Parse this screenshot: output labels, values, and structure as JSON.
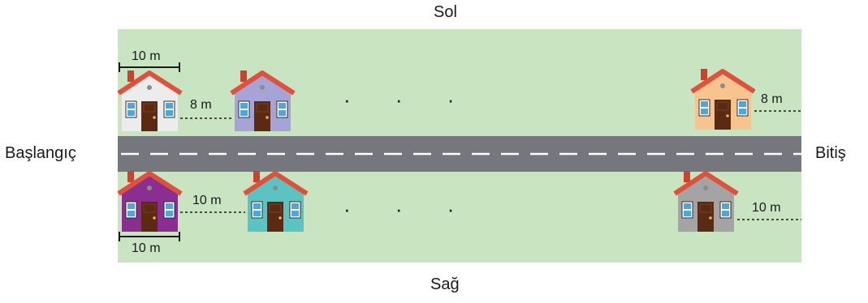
{
  "labels": {
    "top": "Sol",
    "bottom": "Sağ",
    "start": "Başlangıç",
    "end": "Bitiş"
  },
  "top_row": {
    "house_width_label": "10 m",
    "gap_label": "8 m",
    "end_gap_label": "8 m",
    "ellipsis": "· · ·",
    "houses": [
      {
        "name": "white-house",
        "wall": "#ECECEC"
      },
      {
        "name": "lavender-house",
        "wall": "#A6A3D6"
      },
      {
        "name": "peach-house",
        "wall": "#F8C48E"
      }
    ]
  },
  "bottom_row": {
    "house_width_label": "10 m",
    "gap_label": "10 m",
    "end_gap_label": "10 m",
    "ellipsis": "· · ·",
    "houses": [
      {
        "name": "purple-house",
        "wall": "#8B2E91"
      },
      {
        "name": "teal-house",
        "wall": "#5CC3C3"
      },
      {
        "name": "gray-house",
        "wall": "#A4A4A4"
      }
    ]
  },
  "colors": {
    "field": "#C8E4C0",
    "road": "#76767E",
    "lane": "#FFFFFF",
    "roof": "#E0503A",
    "door": "#5A2A12",
    "window": "#4BA8D8"
  }
}
